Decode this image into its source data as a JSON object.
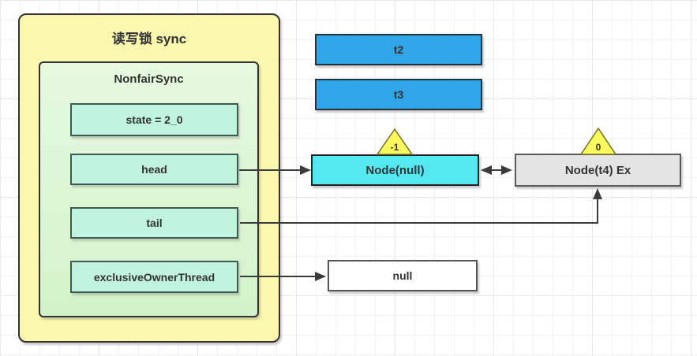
{
  "colors": {
    "container_fill": "#faf7ae",
    "container_border": "#333333",
    "inner_fill_top": "#e6f9de",
    "inner_fill_bottom": "#d2f3cb",
    "field_fill": "#c0f4df",
    "field_border": "#3f5a52",
    "thread_fill": "#2fa6e8",
    "thread_border": "#23313d",
    "head_node_fill": "#55e8f2",
    "head_node_border": "#222222",
    "tail_node_fill": "#e4e4e4",
    "tail_node_border": "#595959",
    "null_fill": "#ffffff",
    "null_border": "#555555",
    "badge_fill": "#fbfb5e",
    "badge_border": "#70702c",
    "connector": "#3b3b3b",
    "text": "#333333"
  },
  "sync_container": {
    "title": "读写锁 sync"
  },
  "nonfair_sync": {
    "title": "NonfairSync",
    "fields": [
      {
        "name": "state",
        "label": "state = 2_0"
      },
      {
        "name": "head",
        "label": "head"
      },
      {
        "name": "tail",
        "label": "tail"
      },
      {
        "name": "exclusiveOwnerThread",
        "label": "exclusiveOwnerThread"
      }
    ]
  },
  "thread_boxes": [
    {
      "label": "t2"
    },
    {
      "label": "t3"
    }
  ],
  "queue_nodes": [
    {
      "label": "Node(null)",
      "wait_status": "-1"
    },
    {
      "label": "Node(t4) Ex",
      "wait_status": "0"
    }
  ],
  "null_value_box": {
    "label": "null"
  },
  "connections": [
    {
      "from": "head",
      "to": "Node(null)",
      "style": "arrow"
    },
    {
      "from": "Node(null)",
      "to": "Node(t4) Ex",
      "style": "double-arrow"
    },
    {
      "from": "tail",
      "to": "Node(t4) Ex",
      "style": "arrow-elbow"
    },
    {
      "from": "exclusiveOwnerThread",
      "to": "null",
      "style": "arrow"
    }
  ]
}
